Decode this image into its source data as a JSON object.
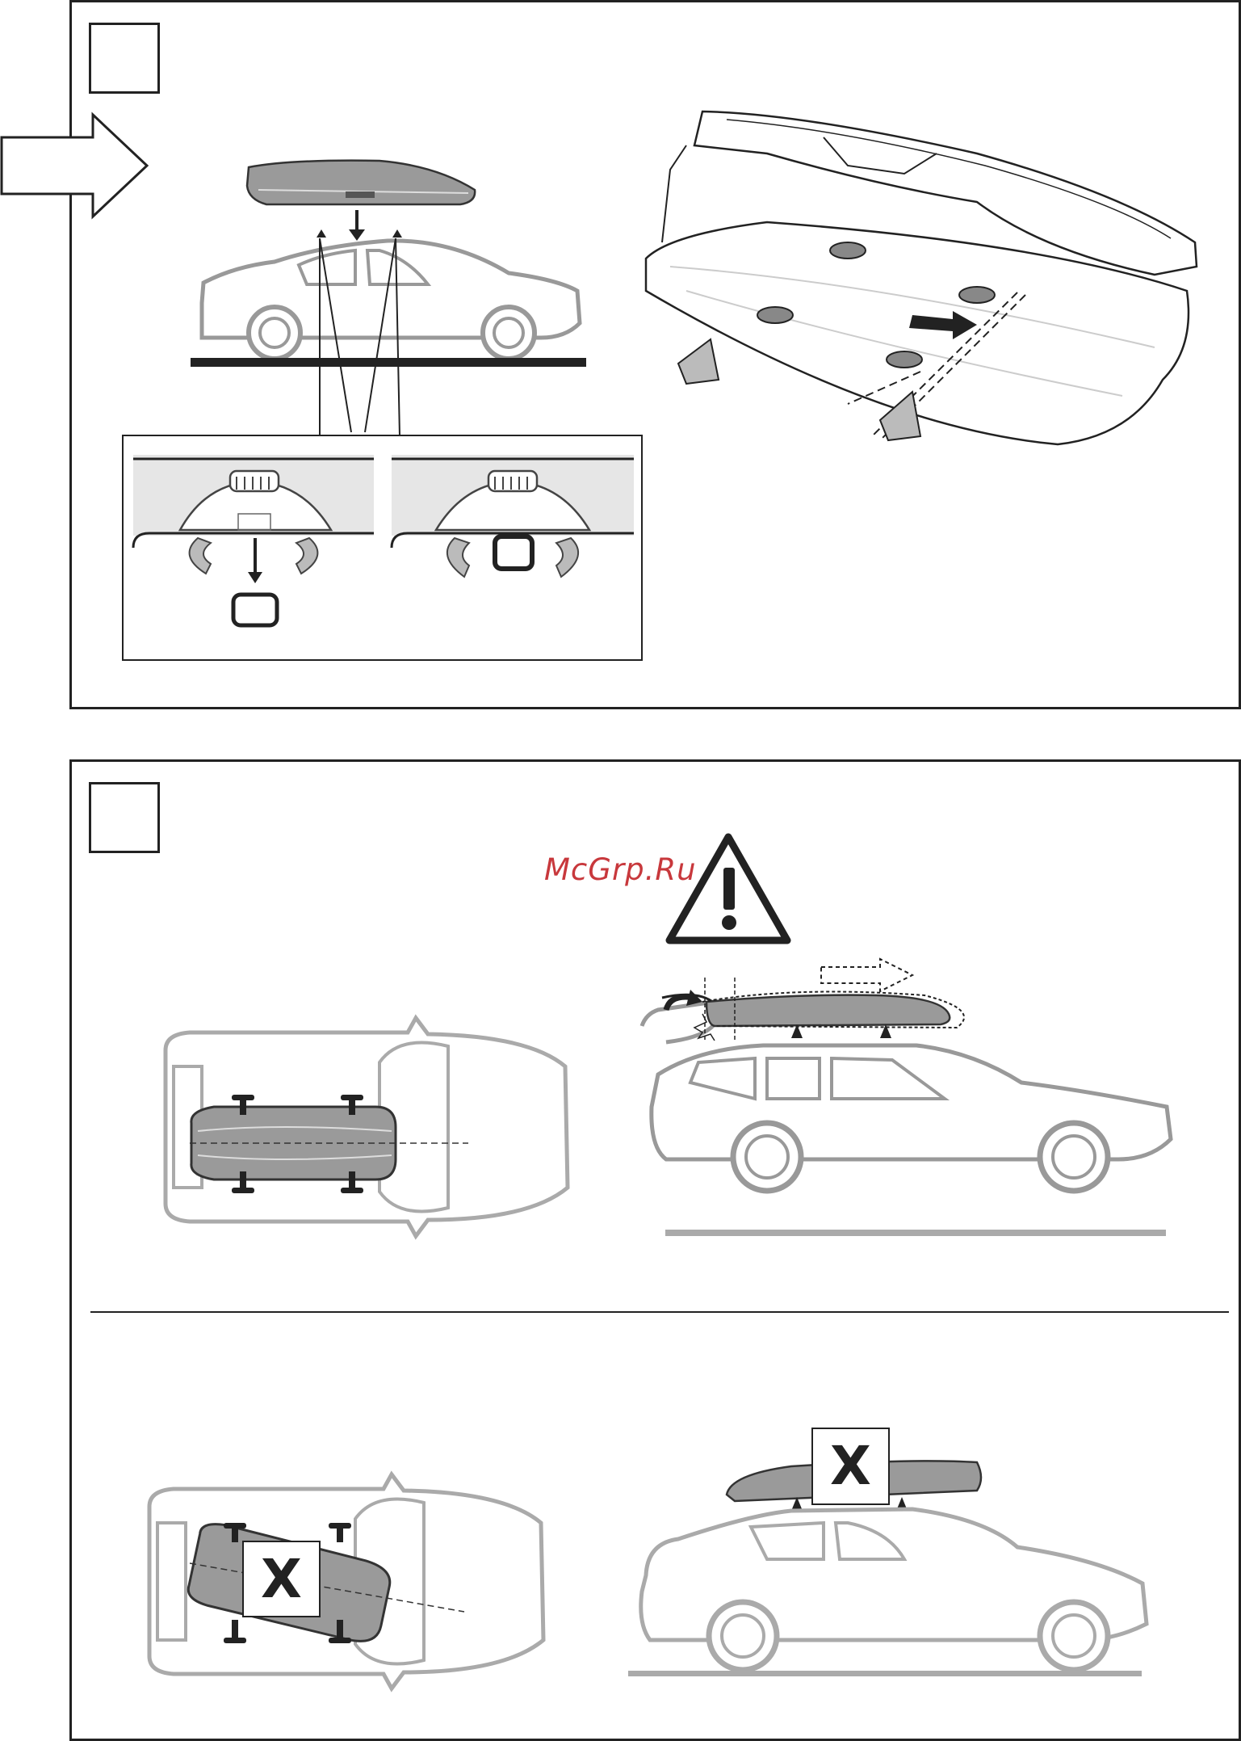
{
  "watermark": "McGrp.Ru",
  "steps": [
    {
      "number": ""
    },
    {
      "number": ""
    }
  ],
  "incorrect_marks": [
    "X",
    "X"
  ],
  "colors": {
    "outline": "#222222",
    "car_gray": "#a9a9a9",
    "box_gray": "#9a9a9a",
    "watermark": "#c8383c",
    "inset_bg": "#e6e6e6"
  },
  "icons": [
    "arrow-right-icon",
    "warning-triangle-icon",
    "cross-icon",
    "clamp-knob-icon",
    "roof-box-icon",
    "car-side-icon",
    "car-top-icon"
  ]
}
